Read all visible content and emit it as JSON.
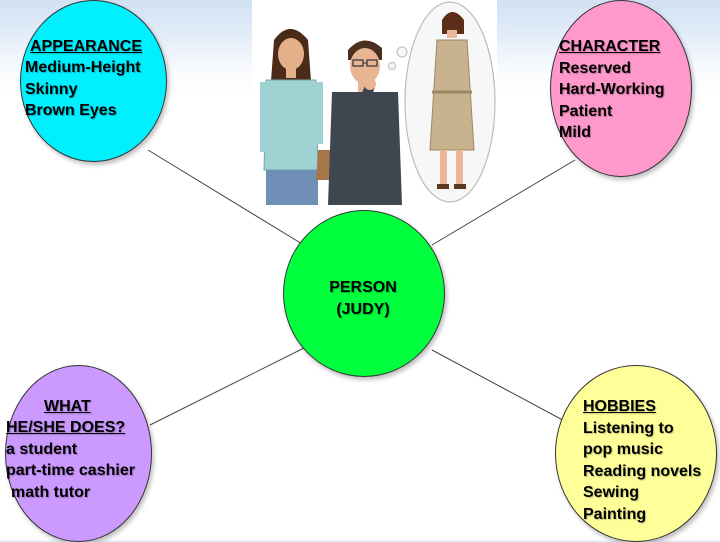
{
  "colors": {
    "appearance": "#00f0ff",
    "character": "#ff99cc",
    "center": "#00ff3c",
    "work": "#cc99ff",
    "hobbies": "#ffff99"
  },
  "appearance": {
    "heading": "APPEARANCE",
    "items": [
      "Medium-Height",
      "Skinny",
      "Brown Eyes"
    ]
  },
  "character": {
    "heading": "CHARACTER",
    "items": [
      "Reserved",
      "Hard-Working",
      "Patient",
      "Mild"
    ]
  },
  "center": {
    "line1": "PERSON",
    "line2": "(JUDY)"
  },
  "work": {
    "heading1": "WHAT",
    "heading2": "HE/SHE DOES?",
    "items": [
      "a student",
      "part-time cashier",
      "math tutor"
    ]
  },
  "hobbies": {
    "heading": "HOBBIES",
    "items": [
      "Listening to",
      "pop music",
      "Reading novels",
      "Sewing",
      "Painting"
    ]
  },
  "illustration": {
    "subjects": [
      "woman-figure",
      "man-thinking-figure",
      "thought-bubble-woman-in-trench-coat"
    ]
  }
}
